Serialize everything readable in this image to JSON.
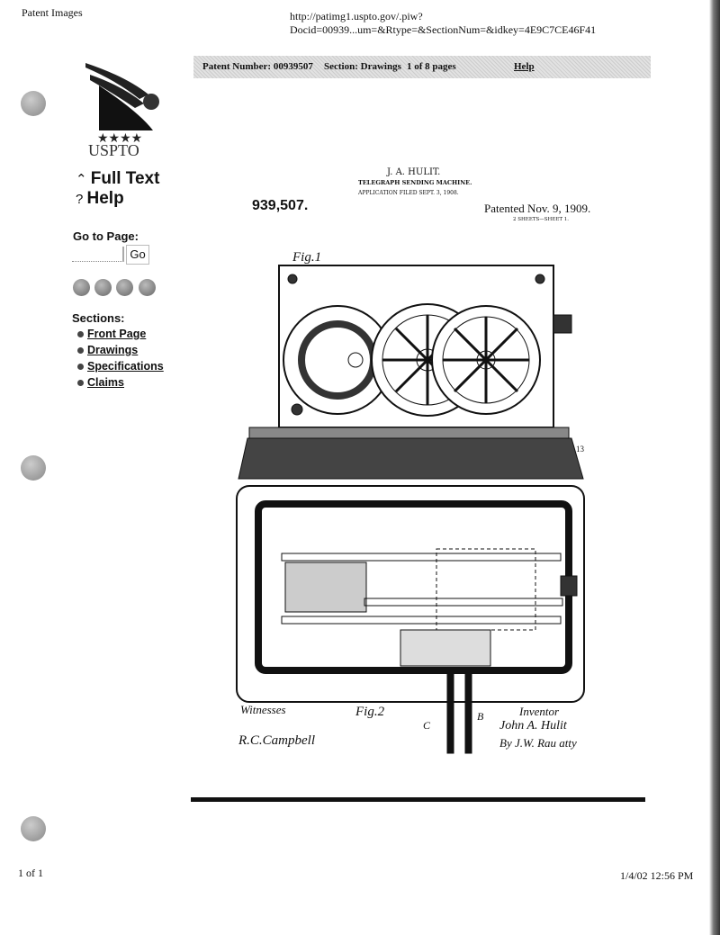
{
  "header": {
    "title": "Patent Images",
    "url": "http://patimg1.uspto.gov/.piw?Docid=00939...um=&Rtype=&SectionNum=&idkey=4E9C7CE46F41"
  },
  "bar": {
    "patent_number": "Patent Number: 00939507",
    "section": "Section: Drawings",
    "pages": "1 of 8 pages",
    "help": "Help"
  },
  "sidebar": {
    "logo_text": "USPTO",
    "full_text": "Full Text",
    "help": "Help",
    "goto_label": "Go to Page:",
    "goto_value": "",
    "go_button": "Go",
    "sections_label": "Sections:",
    "sections": [
      {
        "label": "Front Page"
      },
      {
        "label": "Drawings"
      },
      {
        "label": "Specifications"
      },
      {
        "label": "Claims"
      }
    ]
  },
  "patent": {
    "inventor": "J. A. HULIT.",
    "title": "TELEGRAPH SENDING MACHINE.",
    "filed": "APPLICATION FILED SEPT. 3, 1908.",
    "number": "939,507.",
    "patented": "Patented Nov. 9, 1909.",
    "sheets": "2 SHEETS—SHEET 1.",
    "fig1": "Fig.1",
    "fig2": "Fig.2",
    "witnesses": "Witnesses",
    "inventor_label": "Inventor",
    "witness_sig": "R.C.Campbell",
    "inventor_sig": "John A. Hulit",
    "attorney_sig": "By J.W. Rau atty"
  },
  "footer": {
    "page": "1 of 1",
    "datetime": "1/4/02 12:56 PM"
  }
}
